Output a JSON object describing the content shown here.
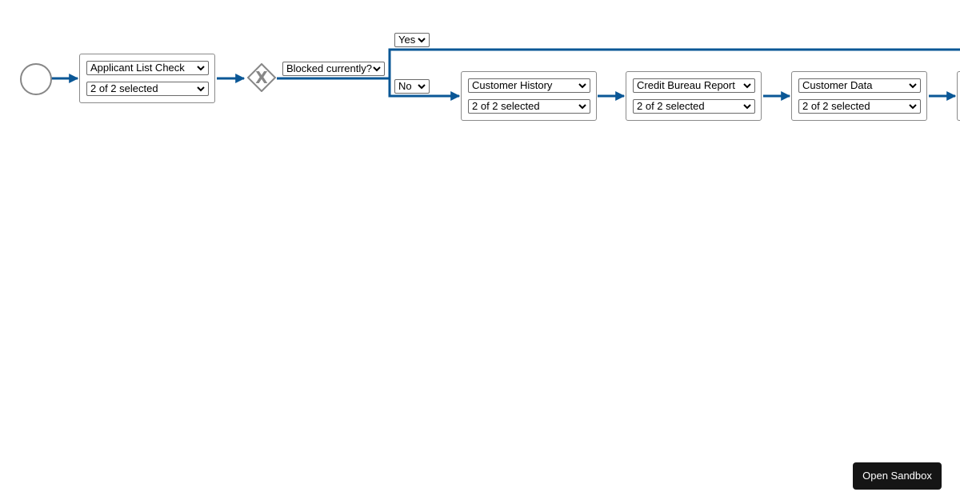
{
  "flow": {
    "colors": {
      "connector": "#0a5796",
      "shape_border": "#878787"
    },
    "tasks": [
      {
        "id": "applicant-list-check",
        "title": "Applicant List Check",
        "selection": "2 of 2 selected"
      },
      {
        "id": "customer-history",
        "title": "Customer History",
        "selection": "2 of 2 selected"
      },
      {
        "id": "credit-bureau-report",
        "title": "Credit Bureau Report",
        "selection": "2 of 2 selected"
      },
      {
        "id": "customer-data",
        "title": "Customer Data",
        "selection": "2 of 2 selected"
      }
    ],
    "gateway": {
      "symbol": "X",
      "question": "Blocked currently?",
      "branches": {
        "yes": "Yes",
        "no": "No"
      }
    }
  },
  "footer": {
    "open_sandbox_label": "Open Sandbox"
  }
}
